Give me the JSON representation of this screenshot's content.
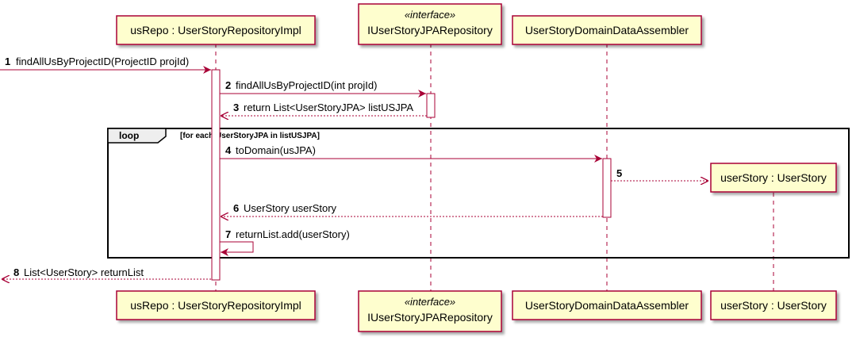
{
  "participants": {
    "repo": {
      "label": "usRepo : UserStoryRepositoryImpl"
    },
    "jpa": {
      "stereotype": "«interface»",
      "label": "IUserStoryJPARepository"
    },
    "assembler": {
      "label": "UserStoryDomainDataAssembler"
    },
    "story": {
      "label": "userStory : UserStory"
    }
  },
  "loop": {
    "keyword": "loop",
    "condition": "[for each UserStoryJPA in listUSJPA]"
  },
  "messages": [
    {
      "num": "1",
      "text": "findAllUsByProjectID(ProjectID projId)"
    },
    {
      "num": "2",
      "text": "findAllUsByProjectID(int projId)"
    },
    {
      "num": "3",
      "text": "return List<UserStoryJPA> listUSJPA"
    },
    {
      "num": "4",
      "text": "toDomain(usJPA)"
    },
    {
      "num": "5",
      "text": ""
    },
    {
      "num": "6",
      "text": "UserStory userStory"
    },
    {
      "num": "7",
      "text": "returnList.add(userStory)"
    },
    {
      "num": "8",
      "text": "List<UserStory> returnList"
    }
  ],
  "colors": {
    "participant_fill": "#FEFECE",
    "participant_border": "#A80036",
    "arrow": "#A80036",
    "lifeline": "#A80036",
    "loop_border": "#000000",
    "loop_tab": "#EEEEEE"
  }
}
